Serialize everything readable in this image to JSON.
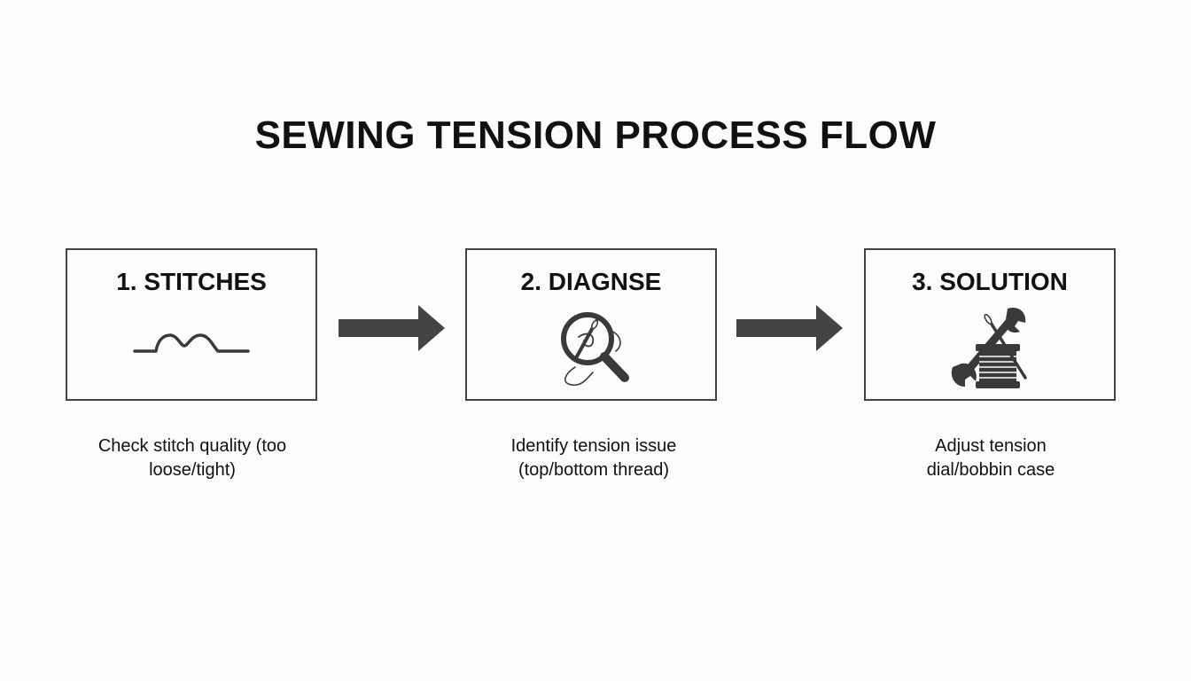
{
  "title": "SEWING TENSION PROCESS FLOW",
  "steps": [
    {
      "heading": "1. STITCHES",
      "icon": "wavy-stitch-icon",
      "caption_lines": [
        "Check stitch quality (too",
        "loose/tight)"
      ]
    },
    {
      "heading": "2. DIAGNSE",
      "icon": "magnifier-needle-icon",
      "caption_lines": [
        "Identify tension issue",
        "(top/bottom thread)"
      ]
    },
    {
      "heading": "3. SOLUTION",
      "icon": "wrench-spool-icon",
      "caption_lines": [
        "Adjust tension",
        "dial/bobbin case"
      ]
    }
  ],
  "colors": {
    "box_border": "#444444",
    "arrow": "#444444",
    "icon": "#3a3a3a",
    "text": "#111111",
    "background": "#fcfcfc"
  }
}
